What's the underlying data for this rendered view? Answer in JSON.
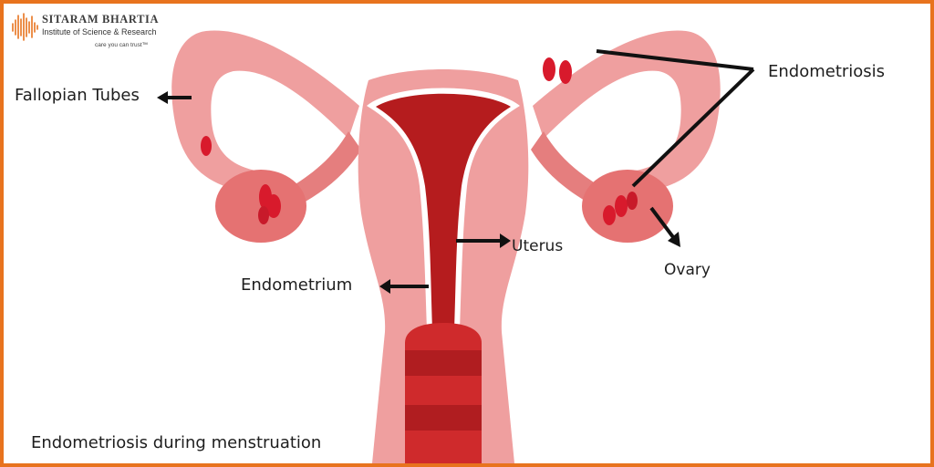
{
  "brand": {
    "name": "SITARAM BHARTIA",
    "subtitle": "Institute of Science & Research",
    "tagline": "care you can trust™",
    "logo_icon": "sound-wave-icon"
  },
  "labels": {
    "fallopian_tubes": "Fallopian Tubes",
    "endometriosis": "Endometriosis",
    "uterus": "Uterus",
    "endometrium": "Endometrium",
    "ovary": "Ovary"
  },
  "caption": "Endometriosis during menstruation",
  "colors": {
    "border": "#e8731e",
    "tissue": "#ef9f9f",
    "ovary": "#e57272",
    "uterine_cavity": "#b51c1e",
    "lesion": "#d81a2c",
    "arrow": "#111111"
  }
}
